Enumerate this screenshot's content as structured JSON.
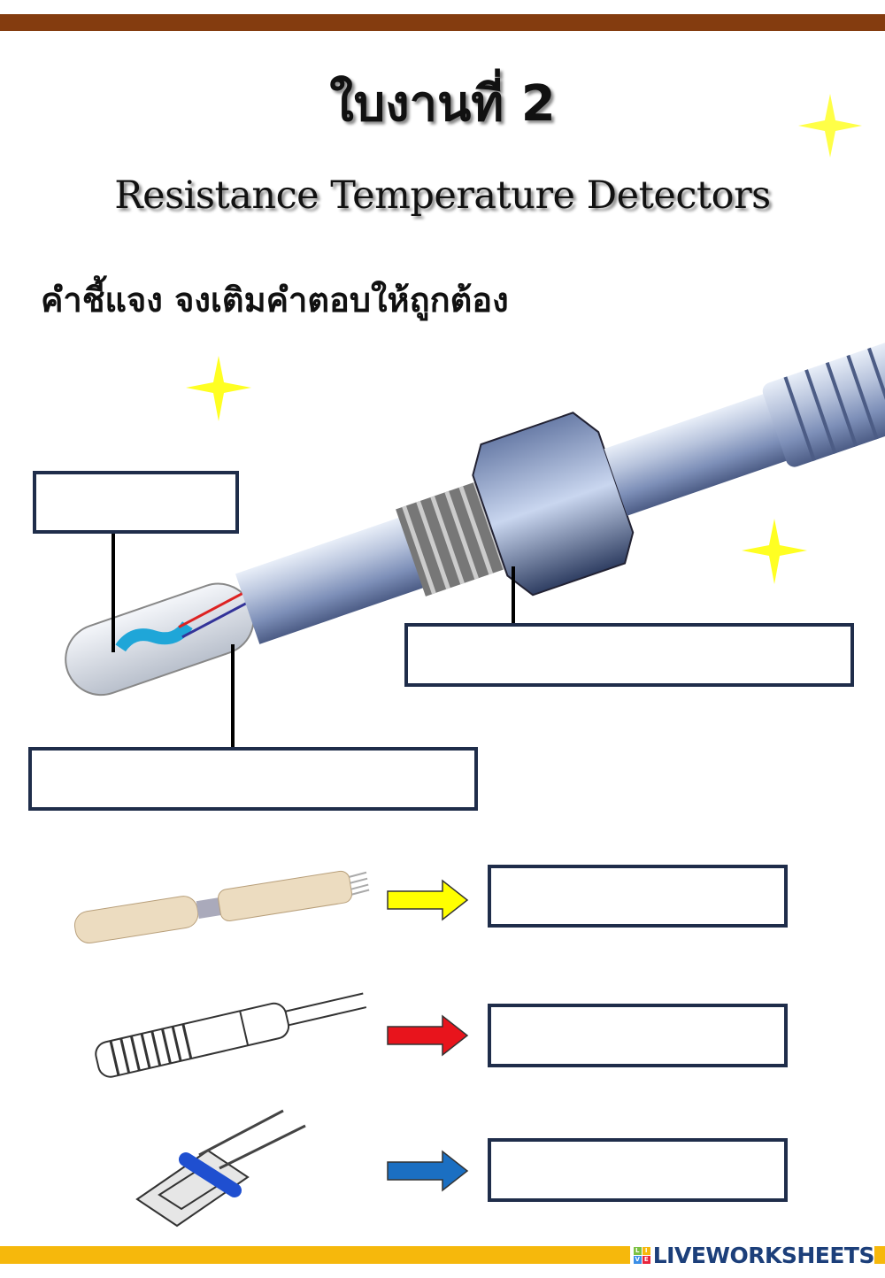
{
  "header": {
    "title": "ใบงานที่ 2",
    "subtitle": "Resistance Temperature Detectors",
    "instruction": "คำชี้แจง จงเติมคำตอบให้ถูกต้อง"
  },
  "answers": {
    "probe_element": "",
    "probe_fitting": "",
    "probe_sheath": "",
    "sensor_type_1": "",
    "sensor_type_2": "",
    "sensor_type_3": ""
  },
  "arrows": {
    "arrow_1_color": "#ffff00",
    "arrow_2_color": "#e8141c",
    "arrow_3_color": "#1b6fc2"
  },
  "colors": {
    "top_bar": "#843c0f",
    "bottom_bar": "#f6b80c",
    "box_border": "#1f2d4a",
    "star": "#ffff33"
  },
  "footer": {
    "logo_text": "LIVEWORKSHEETS",
    "logo_badge": [
      "L",
      "I",
      "V",
      "E"
    ]
  }
}
